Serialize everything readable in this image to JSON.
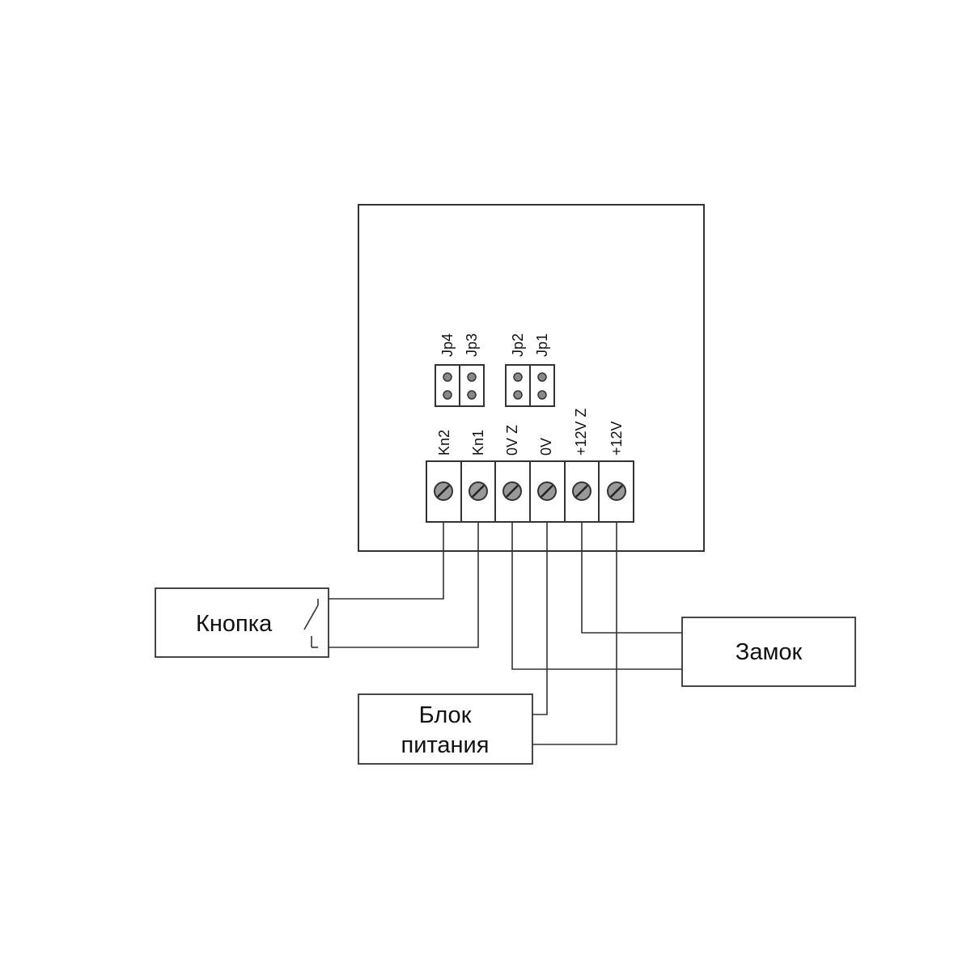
{
  "jumpers": [
    "Jp4",
    "Jp3",
    "Jp2",
    "Jp1"
  ],
  "terminals": [
    "Kn2",
    "Kn1",
    "0V Z",
    "0V",
    "+12V Z",
    "+12V"
  ],
  "button_box": {
    "label": "Кнопка"
  },
  "lock_box": {
    "label": "Замок"
  },
  "psu_box": {
    "label_line1": "Блок",
    "label_line2": "питания"
  }
}
